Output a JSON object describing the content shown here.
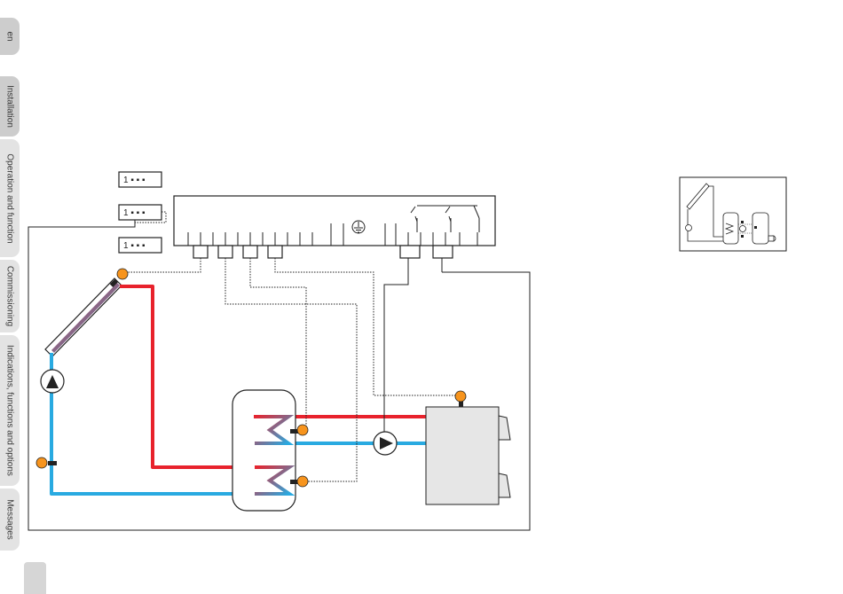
{
  "sidebar": {
    "language": "en",
    "tabs": [
      {
        "label": "Installation"
      },
      {
        "label": "Operation and function"
      },
      {
        "label": "Commissioning"
      },
      {
        "label": "Indications, functions and options"
      },
      {
        "label": "Messages"
      }
    ]
  },
  "diagram": {
    "connector_label": "1 ▪ ▪ ▪",
    "ground_symbol": "⏚",
    "colors": {
      "hot": "#e8222c",
      "cold": "#29aae1",
      "sensor": "#f7941d",
      "boiler": "#e6e6e6",
      "tank": "#f2f2f2",
      "line": "#222222"
    },
    "icons": [
      "pump-icon",
      "sensor-icon",
      "collector-icon",
      "tank-icon",
      "boiler-icon",
      "ground-icon",
      "relay-icon"
    ]
  }
}
